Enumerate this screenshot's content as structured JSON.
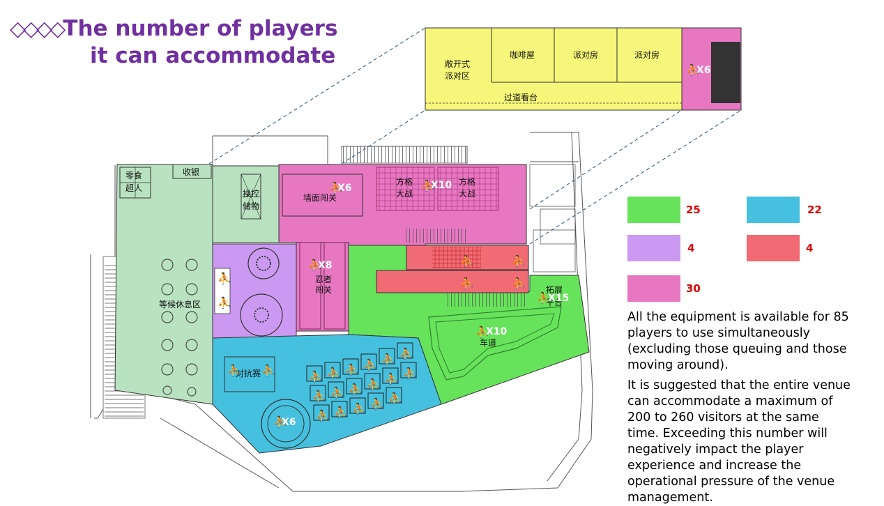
{
  "title": {
    "prefix_icons": "diamonds-icon",
    "line1": "The number of players",
    "line2": "it can accommodate"
  },
  "colors": {
    "green": "#66e35a",
    "blue": "#45c0df",
    "purple": "#cc99f2",
    "red": "#f06b74",
    "pink": "#e877c2",
    "yellow": "#f6f67a",
    "lightgreen": "#b9e2c1",
    "title_purple": "#7030a0",
    "value_red": "#e00000"
  },
  "legend": [
    {
      "color": "#66e35a",
      "value": "25"
    },
    {
      "color": "#45c0df",
      "value": "22"
    },
    {
      "color": "#cc99f2",
      "value": "4"
    },
    {
      "color": "#f06b74",
      "value": "4"
    },
    {
      "color": "#e877c2",
      "value": "30"
    }
  ],
  "paragraph1": "All the equipment is available for 85 players to use simultaneously (excluding those queuing and those moving around).",
  "paragraph2": "It is suggested that the entire venue can accommodate a maximum of 200 to 260 visitors at the same time. Exceeding this number will negatively impact the player experience and increase the operational pressure of the venue management.",
  "upper_floor": {
    "open_party": "敞开式\n派对区",
    "cafe": "咖啡屋",
    "party_room_1": "派对房",
    "party_room_2": "派对房",
    "corridor": "过道看台",
    "players": "X6"
  },
  "main_floor": {
    "snack": "零食\n超人",
    "cashier": "收银",
    "storage": "操控\n储物",
    "wall_level": "墙面闯关",
    "wall_players": "X6",
    "grid_battle_1": "方格\n大战",
    "grid_battle_2": "方格\n大战",
    "grid_players": "X10",
    "waiting_area": "等候休息区",
    "ninja": "忍者\n闯关",
    "ninja_players": "X8",
    "expand": "拓展\n平台",
    "expand_players": "X15",
    "track": "车道",
    "track_players": "X10",
    "versus": "对抗赛",
    "circle_players": "X6"
  }
}
